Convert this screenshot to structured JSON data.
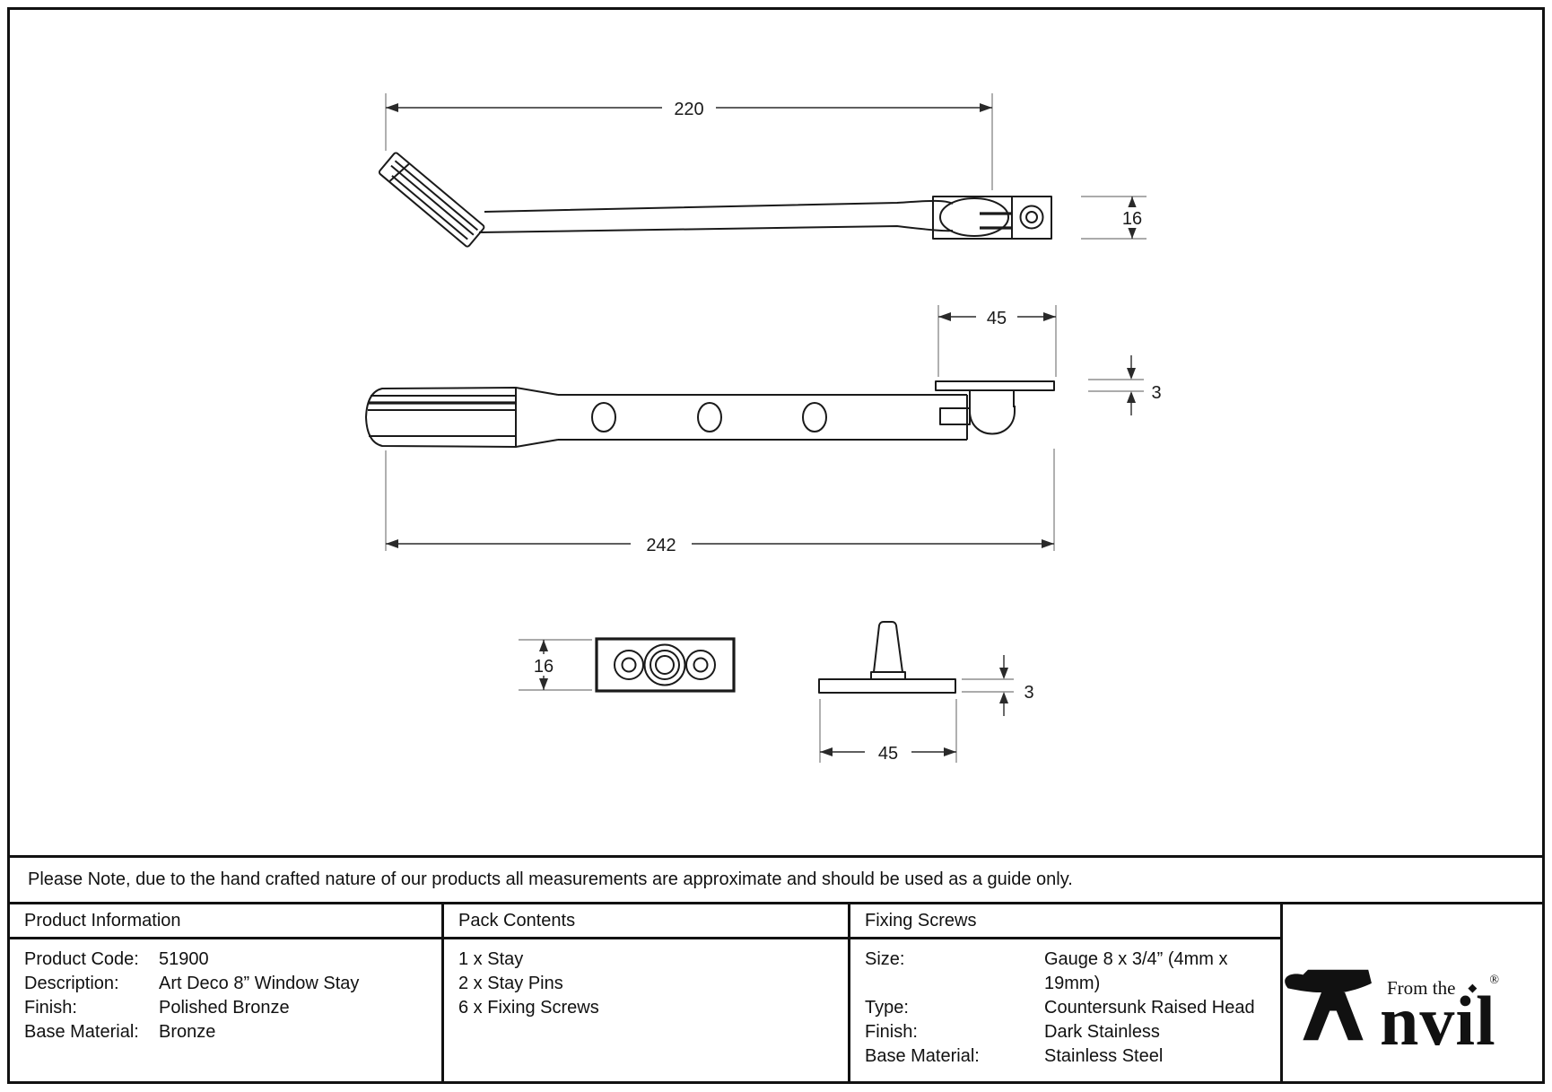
{
  "note": "Please Note, due to the hand crafted nature of our products all measurements are approximate and should be used as a guide only.",
  "drawing": {
    "dims": {
      "closed_length": "220",
      "closed_end_height": "16",
      "keeper_length": "45",
      "keeper_plate_thickness": "3",
      "open_length": "242",
      "bracket_height": "16",
      "pin_base_thickness": "3",
      "pin_base_length": "45"
    }
  },
  "table": {
    "product_information": {
      "header": "Product Information",
      "rows": [
        [
          "Product Code:",
          "51900"
        ],
        [
          "Description:",
          "Art Deco 8” Window Stay"
        ],
        [
          "Finish:",
          "Polished Bronze"
        ],
        [
          "Base Material:",
          "Bronze"
        ]
      ]
    },
    "pack_contents": {
      "header": "Pack Contents",
      "items": [
        "1 x Stay",
        "2 x Stay Pins",
        "6 x Fixing Screws"
      ]
    },
    "fixing_screws": {
      "header": "Fixing Screws",
      "rows": [
        [
          "Size:",
          "Gauge 8 x 3/4” (4mm x 19mm)"
        ],
        [
          "Type:",
          "Countersunk Raised Head"
        ],
        [
          "Finish:",
          "Dark Stainless"
        ],
        [
          "Base Material:",
          "Stainless Steel"
        ]
      ]
    }
  },
  "logo": {
    "tagline": "From the",
    "diamond": "◆",
    "registered": "®",
    "brand_rest": "nvil"
  },
  "colors": {
    "line": "#1a1a1a",
    "extension_line": "#8f8f8f",
    "background": "#ffffff"
  }
}
